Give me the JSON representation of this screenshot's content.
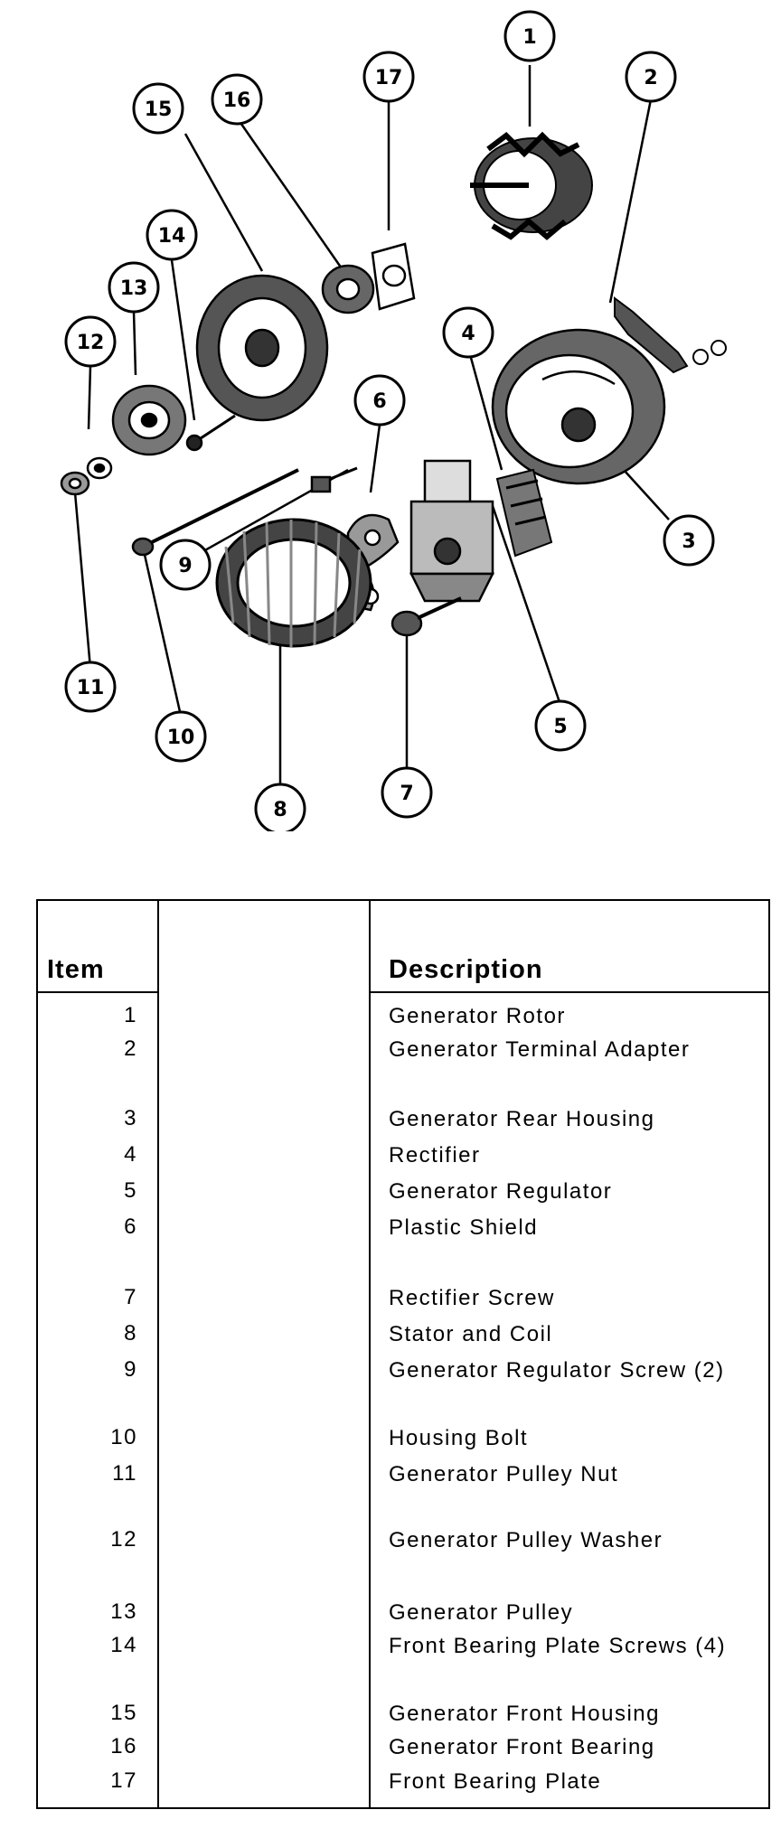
{
  "callouts": [
    "1",
    "2",
    "3",
    "4",
    "5",
    "6",
    "7",
    "8",
    "9",
    "10",
    "11",
    "12",
    "13",
    "14",
    "15",
    "16",
    "17"
  ],
  "table": {
    "headers": {
      "item": "Item",
      "blank": "",
      "description": "Description"
    },
    "rows": [
      {
        "item": "1",
        "description": "Generator Rotor"
      },
      {
        "item": "2",
        "description": "Generator Terminal Adapter"
      },
      {
        "item": "3",
        "description": "Generator Rear Housing"
      },
      {
        "item": "4",
        "description": "Rectifier"
      },
      {
        "item": "5",
        "description": "Generator Regulator"
      },
      {
        "item": "6",
        "description": "Plastic Shield"
      },
      {
        "item": "7",
        "description": "Rectifier Screw"
      },
      {
        "item": "8",
        "description": "Stator and Coil"
      },
      {
        "item": "9",
        "description": "Generator Regulator Screw (2)"
      },
      {
        "item": "10",
        "description": "Housing Bolt"
      },
      {
        "item": "11",
        "description": "Generator Pulley Nut"
      },
      {
        "item": "12",
        "description": "Generator Pulley Washer"
      },
      {
        "item": "13",
        "description": "Generator Pulley"
      },
      {
        "item": "14",
        "description": "Front Bearing Plate Screws (4)"
      },
      {
        "item": "15",
        "description": "Generator Front Housing"
      },
      {
        "item": "16",
        "description": "Generator Front Bearing"
      },
      {
        "item": "17",
        "description": "Front Bearing Plate"
      }
    ]
  }
}
